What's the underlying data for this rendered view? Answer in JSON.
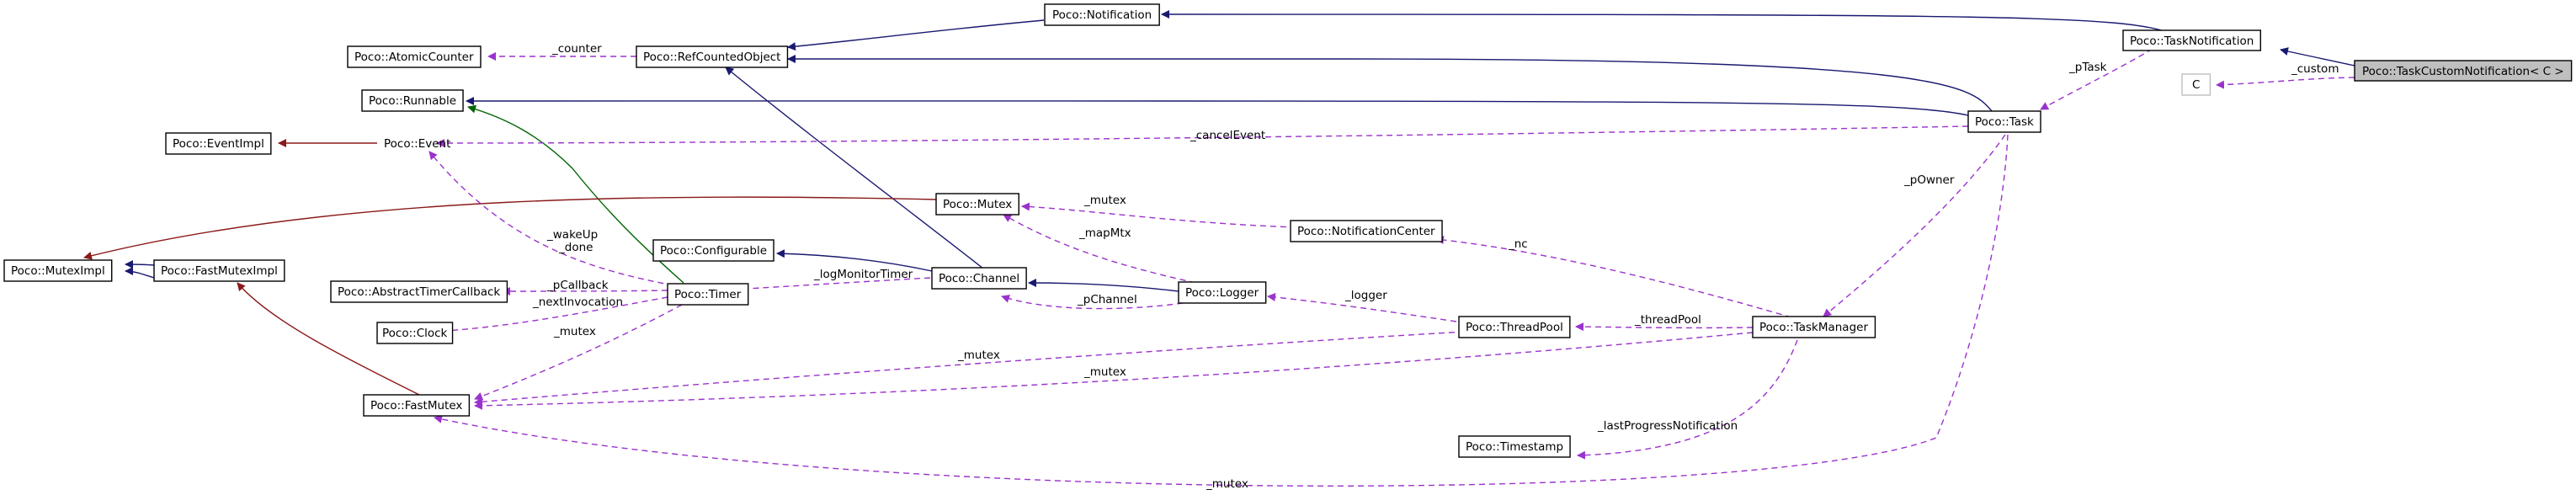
{
  "nodes": {
    "task_custom_notification": "Poco::TaskCustomNotification< C >",
    "task_notification": "Poco::TaskNotification",
    "c": "C",
    "notification": "Poco::Notification",
    "ref_counted_object": "Poco::RefCountedObject",
    "atomic_counter": "Poco::AtomicCounter",
    "runnable": "Poco::Runnable",
    "task": "Poco::Task",
    "event_impl": "Poco::EventImpl",
    "event": "Poco::Event",
    "mutex": "Poco::Mutex",
    "notification_center": "Poco::NotificationCenter",
    "mutex_impl": "Poco::MutexImpl",
    "fast_mutex_impl": "Poco::FastMutexImpl",
    "configurable": "Poco::Configurable",
    "channel": "Poco::Channel",
    "logger": "Poco::Logger",
    "abstract_timer_callback": "Poco::AbstractTimerCallback",
    "timer": "Poco::Timer",
    "clock": "Poco::Clock",
    "thread_pool": "Poco::ThreadPool",
    "task_manager": "Poco::TaskManager",
    "fast_mutex": "Poco::FastMutex",
    "timestamp": "Poco::Timestamp"
  },
  "edge_labels": {
    "custom": "_custom",
    "ptask": "_pTask",
    "counter": "_counter",
    "cancel_event": "_cancelEvent",
    "powner": "_pOwner",
    "mutex_nc": "_mutex",
    "nc": "_nc",
    "map_mtx": "_mapMtx",
    "wakeup_done": "_wakeUp\n_done",
    "log_monitor_timer": "_logMonitorTimer",
    "pcallback": "_pCallback",
    "next_invocation": "_nextInvocation",
    "pchannel": "_pChannel",
    "logger": "_logger",
    "thread_pool": "_threadPool",
    "mutex_timer": "_mutex",
    "mutex_pool": "_mutex",
    "mutex_mgr": "_mutex",
    "last_progress": "_lastProgressNotification",
    "mutex_task": "_mutex"
  },
  "colors": {
    "inheritance": "#191970",
    "private_inheritance": "#8b1a1a",
    "protected_inheritance": "#006400",
    "usage": "#9a32cd",
    "focus_fill": "#bfbfbf"
  }
}
